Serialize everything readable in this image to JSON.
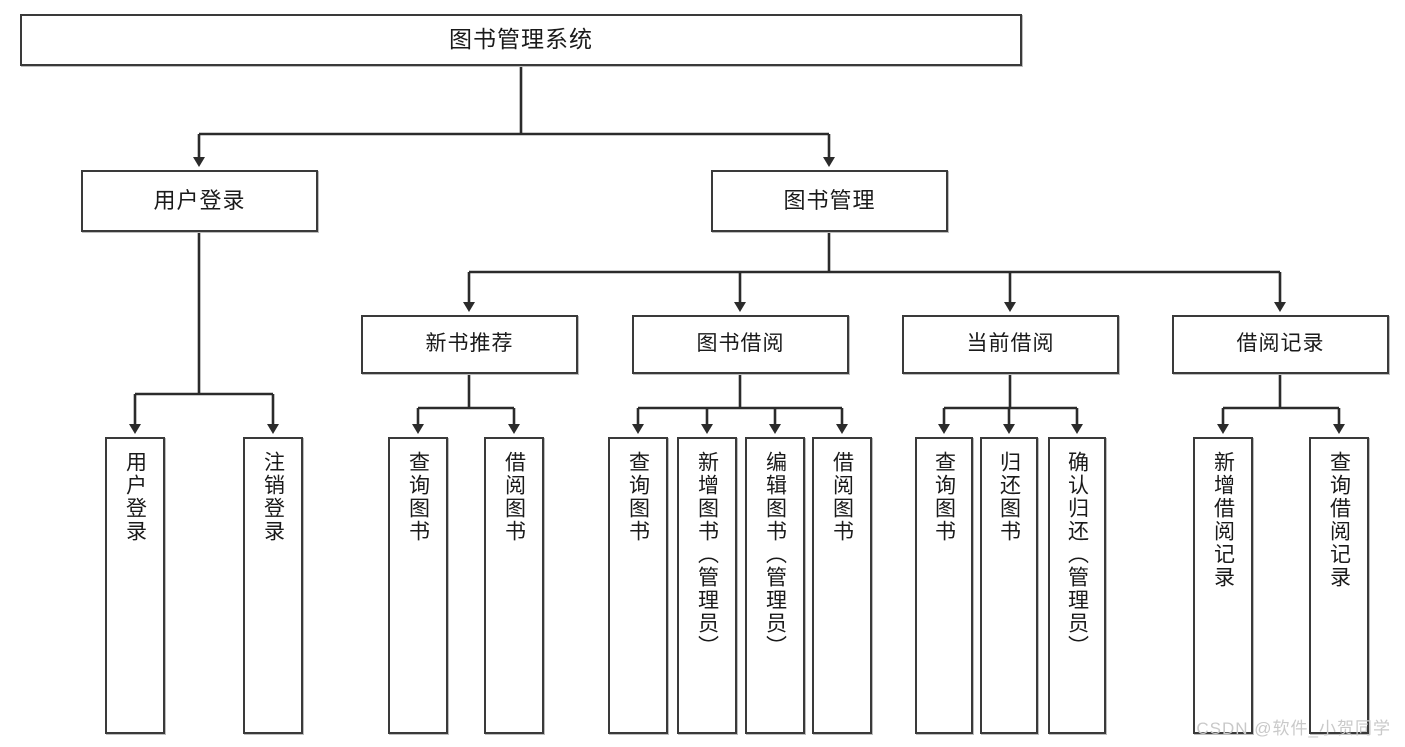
{
  "diagram": {
    "title": "图书管理系统",
    "type": "tree-structure-chart",
    "colors": {
      "box_border": "#3a3a3a",
      "box_fill": "#ffffff",
      "connector": "#2b2b2b",
      "text": "#1a1a1a",
      "watermark": "#c9c9c9",
      "background": "#ffffff"
    },
    "root": {
      "label": "图书管理系统"
    },
    "level2": [
      {
        "label": "用户登录"
      },
      {
        "label": "图书管理"
      }
    ],
    "level3": [
      {
        "label": "新书推荐"
      },
      {
        "label": "图书借阅"
      },
      {
        "label": "当前借阅"
      },
      {
        "label": "借阅记录"
      }
    ],
    "leaves": {
      "user_login": [
        {
          "label": "用户登录"
        },
        {
          "label": "注销登录"
        }
      ],
      "new_book_recommend": [
        {
          "label": "查询图书"
        },
        {
          "label": "借阅图书"
        }
      ],
      "book_borrow": [
        {
          "label": "查询图书"
        },
        {
          "label": "新增图书（管理员）"
        },
        {
          "label": "编辑图书（管理员）"
        },
        {
          "label": "借阅图书"
        }
      ],
      "current_borrow": [
        {
          "label": "查询图书"
        },
        {
          "label": "归还图书"
        },
        {
          "label": "确认归还（管理员）"
        }
      ],
      "borrow_record": [
        {
          "label": "新增借阅记录"
        },
        {
          "label": "查询借阅记录"
        }
      ]
    }
  },
  "watermark": {
    "text": "CSDN @软件_小贺同学"
  }
}
